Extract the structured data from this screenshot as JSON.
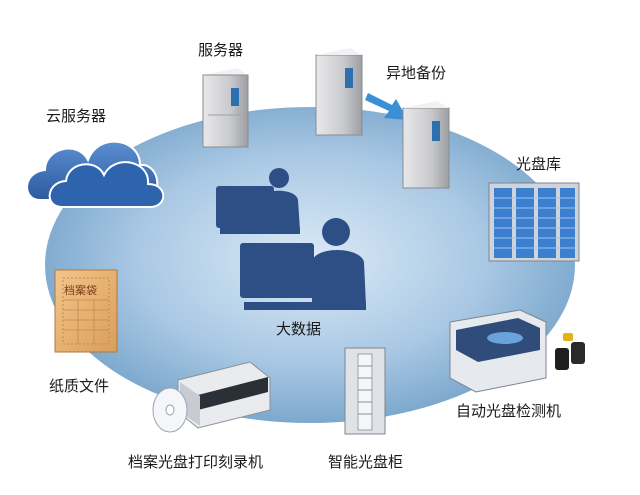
{
  "labels": {
    "server": "服务器",
    "offsite_backup": "异地备份",
    "cloud_server": "云服务器",
    "disc_library": "光盘库",
    "big_data": "大数据",
    "paper_files": "纸质文件",
    "auto_disc_checker": "自动光盘检测机",
    "archive_disc_printer_burner": "档案光盘打印刻录机",
    "smart_disc_cabinet": "智能光盘柜"
  },
  "archive_bag_text": "档案袋",
  "colors": {
    "ellipse_center": "#cfe3f3",
    "ellipse_edge": "#6f9fc6",
    "people_silhouette": "#2d4f86",
    "cloud": "#3b6db3"
  }
}
